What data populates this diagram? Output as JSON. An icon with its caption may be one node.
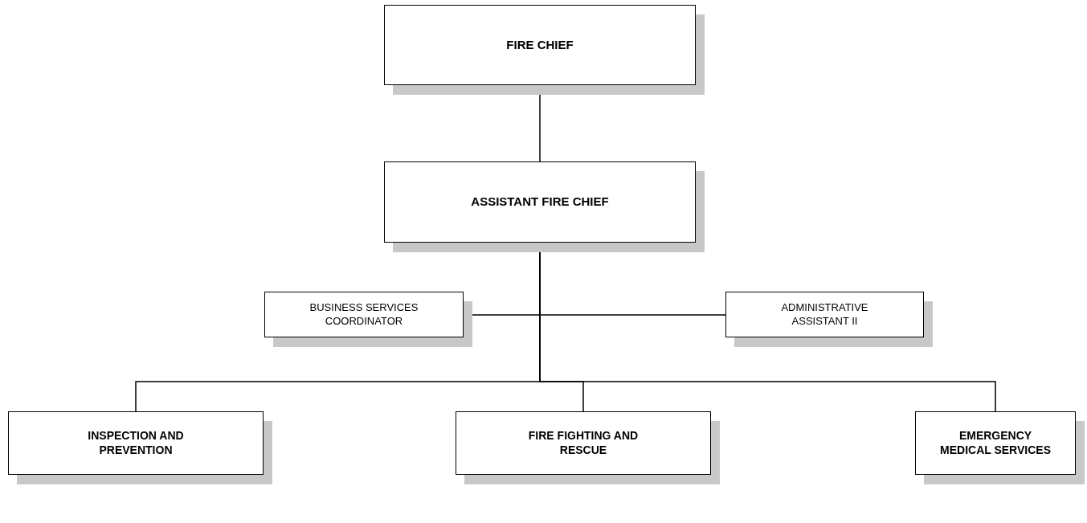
{
  "diagram": {
    "nodes": [
      {
        "text": [
          "FIRE CHIEF"
        ]
      },
      {
        "text": [
          "ASSISTANT FIRE CHIEF"
        ]
      },
      {
        "text": [
          "BUSINESS SERVICES COORDINATOR"
        ]
      },
      {
        "text": [
          "ADMINISTRATIVE ASSISTANT II"
        ]
      },
      {
        "text": [
          "INSPECTION AND PREVENTION"
        ]
      },
      {
        "text": [
          "FIRE FIGHTING AND RESCUE"
        ]
      },
      {
        "text": [
          "EMERGENCY MEDICAL SERVICES"
        ]
      }
    ],
    "edges": [
      {
        "from": 0,
        "to": 1,
        "arrow": "none"
      },
      {
        "from": 1,
        "to": 2,
        "arrow": "none"
      },
      {
        "from": 1,
        "to": 3,
        "arrow": "none"
      },
      {
        "from": 1,
        "to": 4,
        "arrow": "none"
      },
      {
        "from": 1,
        "to": 5,
        "arrow": "none"
      },
      {
        "from": 1,
        "to": 6,
        "arrow": "none"
      }
    ]
  }
}
